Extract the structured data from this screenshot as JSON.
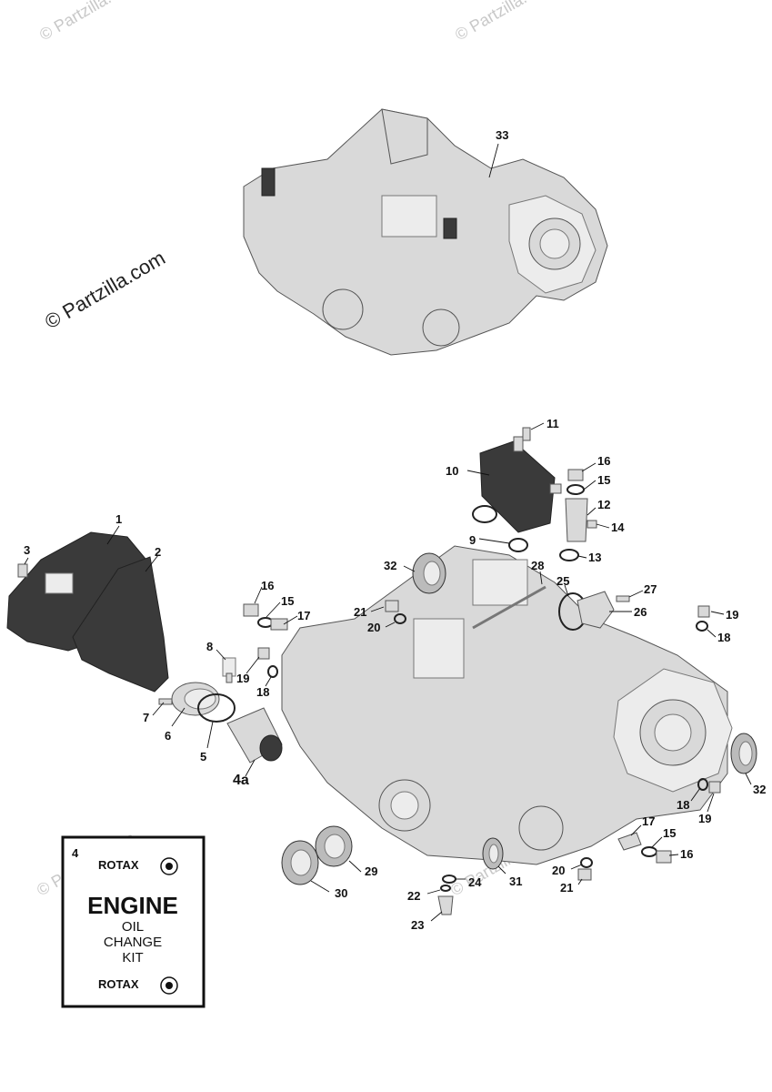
{
  "watermarks": {
    "main": "© Partzilla.com",
    "faint": "© Partzilla.com"
  },
  "kit": {
    "number": "4",
    "brand": "ROTAX",
    "title": "ENGINE",
    "line1": "OIL",
    "line2": "CHANGE",
    "line3": "KIT"
  },
  "callouts": {
    "c1": "1",
    "c2": "2",
    "c3": "3",
    "c4a": "4a",
    "c5": "5",
    "c6": "6",
    "c7": "7",
    "c8": "8",
    "c9": "9",
    "c10": "10",
    "c11": "11",
    "c12": "12",
    "c13": "13",
    "c14": "14",
    "c15a": "15",
    "c15b": "15",
    "c15c": "15",
    "c16a": "16",
    "c16b": "16",
    "c16c": "16",
    "c17a": "17",
    "c17b": "17",
    "c18a": "18",
    "c18b": "18",
    "c18c": "18",
    "c19a": "19",
    "c19b": "19",
    "c19c": "19",
    "c20a": "20",
    "c20b": "20",
    "c21a": "21",
    "c21b": "21",
    "c22": "22",
    "c23": "23",
    "c24": "24",
    "c25": "25",
    "c26": "26",
    "c27": "27",
    "c28": "28",
    "c29": "29",
    "c30": "30",
    "c31": "31",
    "c32a": "32",
    "c32b": "32",
    "c33": "33"
  },
  "colors": {
    "engine": "#d9d9d9",
    "dark_part": "#3a3a3a",
    "outline": "#111111"
  }
}
